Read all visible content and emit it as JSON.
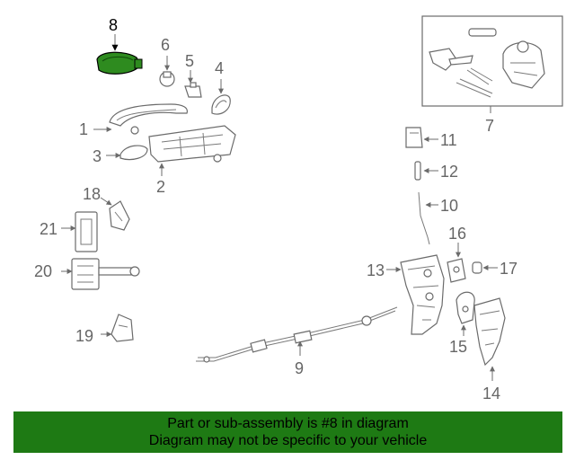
{
  "diagram": {
    "highlighted_part": "8",
    "callouts": [
      "1",
      "2",
      "3",
      "4",
      "5",
      "6",
      "7",
      "8",
      "9",
      "10",
      "11",
      "12",
      "13",
      "14",
      "15",
      "16",
      "17",
      "18",
      "19",
      "20",
      "21"
    ],
    "highlight_color": "#1e7a14"
  },
  "footer": {
    "line1": "Part or sub-assembly is #8 in diagram",
    "line2": "Diagram may not be specific to your vehicle",
    "background": "#1e7a14"
  }
}
